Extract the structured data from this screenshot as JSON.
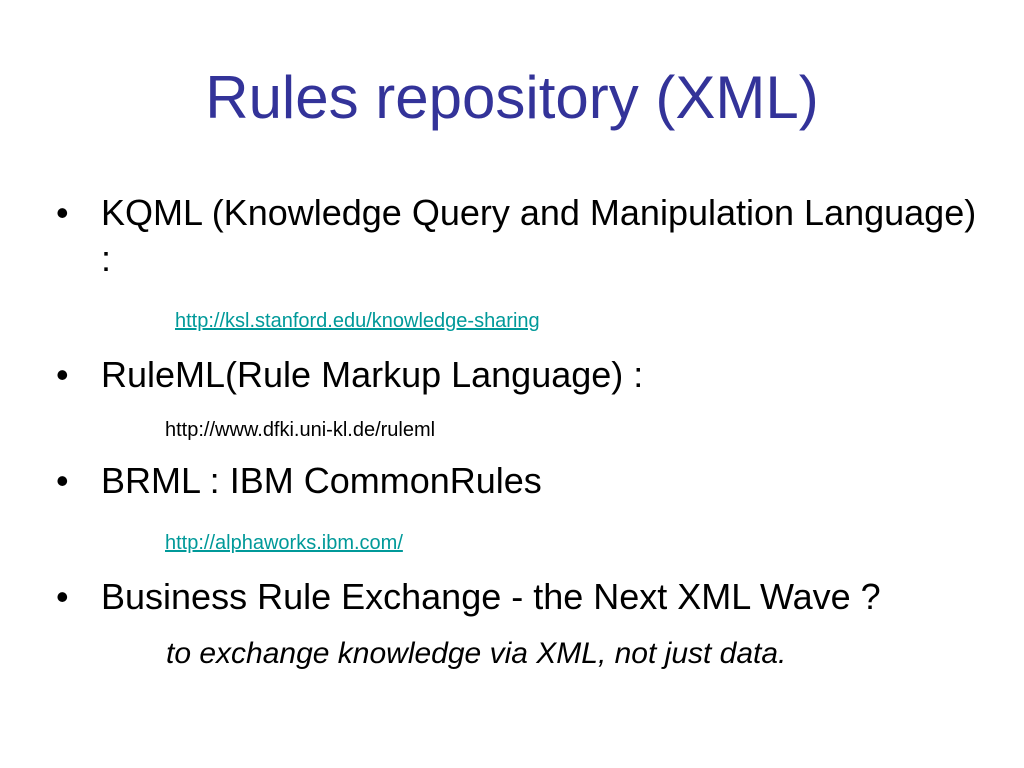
{
  "slide": {
    "title": "Rules repository (XML)",
    "bullet_glyph": "•",
    "items": [
      {
        "text": "KQML (Knowledge Query and Manipulation Language) :",
        "link": "http://ksl.stanford.edu/knowledge-sharing"
      },
      {
        "text": "RuleML(Rule Markup Language) :",
        "url_text": "http://www.dfki.uni-kl.de/ruleml"
      },
      {
        "text": "BRML : IBM CommonRules",
        "link": "http://alphaworks.ibm.com/"
      },
      {
        "text": "Business Rule Exchange - the Next XML Wave ?",
        "note": "to exchange knowledge via XML, not just data."
      }
    ],
    "colors": {
      "title": "#333399",
      "link": "#009999",
      "text": "#000000",
      "background": "#ffffff"
    }
  }
}
